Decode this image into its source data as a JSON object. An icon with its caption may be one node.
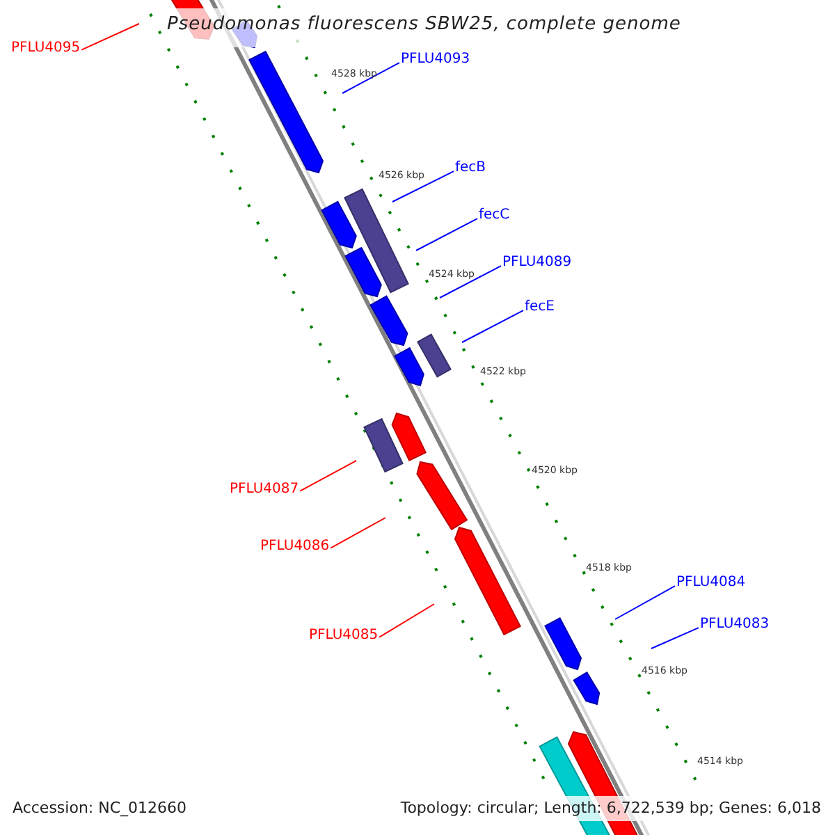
{
  "diagram": {
    "title": "Pseudomonas fluorescens SBW25, complete genome",
    "nodes": [
      {
        "text": [
          "PFLU4095"
        ]
      },
      {
        "text": [
          "PFLU4093"
        ]
      },
      {
        "text": [
          "fecB"
        ]
      },
      {
        "text": [
          "fecC"
        ]
      },
      {
        "text": [
          "PFLU4089"
        ]
      },
      {
        "text": [
          "fecE"
        ]
      },
      {
        "text": [
          "PFLU4087"
        ]
      },
      {
        "text": [
          "PFLU4086"
        ]
      },
      {
        "text": [
          "PFLU4085"
        ]
      },
      {
        "text": [
          "PFLU4084"
        ]
      },
      {
        "text": [
          "PFLU4083"
        ]
      },
      {
        "text": [],
        "shape": "bar"
      },
      {
        "text": [],
        "shape": "bar"
      },
      {
        "text": [],
        "shape": "bar"
      },
      {
        "text": [],
        "shape": "bar"
      },
      {
        "text": [],
        "shape": "bar"
      },
      {
        "text": [],
        "shape": "bar"
      },
      {
        "text": [],
        "shape": "bar"
      },
      {
        "text": [],
        "shape": "bar"
      },
      {
        "text": [],
        "shape": "bar"
      },
      {
        "text": [],
        "shape": "bar"
      },
      {
        "text": [],
        "shape": "bar"
      },
      {
        "text": [],
        "shape": "bar"
      },
      {
        "text": [],
        "shape": "bar"
      },
      {
        "text": [],
        "shape": "bar"
      },
      {
        "text": [],
        "shape": "bar"
      },
      {
        "text": [],
        "shape": "bar"
      },
      {
        "text": [],
        "shape": "bar"
      }
    ],
    "edges": [
      {
        "from": 0,
        "to": null,
        "arrow": "none",
        "color": "#ff0000"
      },
      {
        "from": 1,
        "to": null,
        "arrow": "none"
      },
      {
        "from": 2,
        "to": null,
        "arrow": "none"
      },
      {
        "from": 3,
        "to": null,
        "arrow": "none"
      },
      {
        "from": 4,
        "to": null,
        "arrow": "none"
      },
      {
        "from": 5,
        "to": null,
        "arrow": "none"
      },
      {
        "from": 6,
        "to": null,
        "arrow": "none",
        "color": "#ff0000"
      },
      {
        "from": 7,
        "to": null,
        "arrow": "none",
        "color": "#ff0000"
      },
      {
        "from": 8,
        "to": null,
        "arrow": "none",
        "color": "#ff0000"
      },
      {
        "from": 9,
        "to": null,
        "arrow": "none"
      },
      {
        "from": 10,
        "to": null,
        "arrow": "none"
      }
    ],
    "labels": [
      "4528 kbp",
      "4526 kbp",
      "4524 kbp",
      "4522 kbp",
      "4520 kbp",
      "4518 kbp",
      "4516 kbp",
      "4514 kbp",
      "Accession: NC_012660",
      "Topology: circular; Length: 6,722,539 bp; Genes: 6,018"
    ]
  }
}
